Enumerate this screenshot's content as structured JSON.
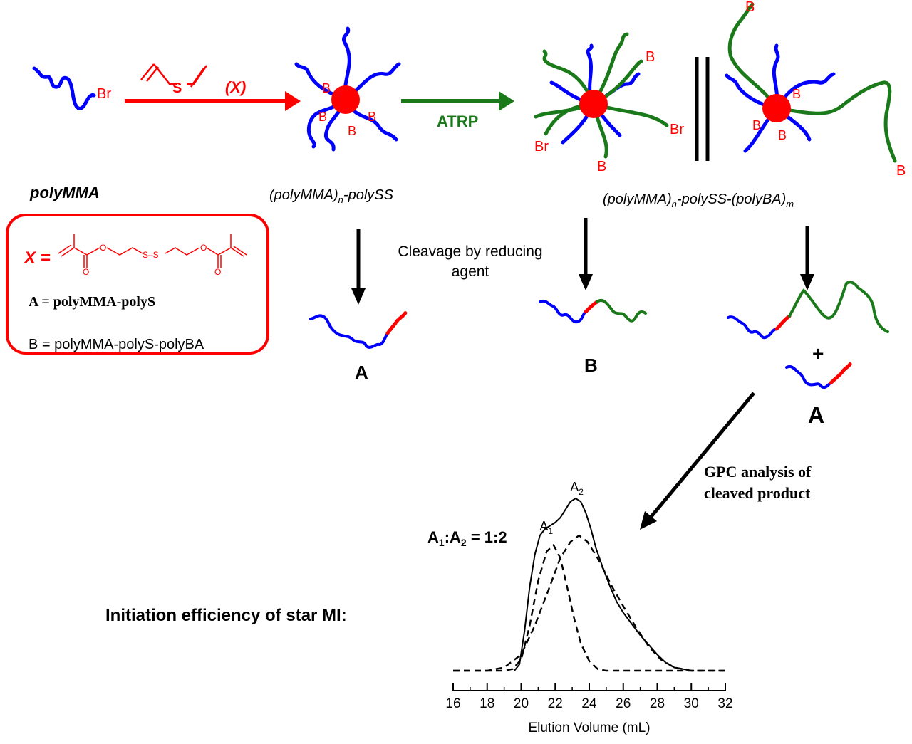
{
  "colors": {
    "red": "#ff0000",
    "blue": "#0000ff",
    "green": "#1a7a1a",
    "black": "#000000"
  },
  "labels": {
    "br": "Br",
    "x": "(X)",
    "s": "S",
    "atrp": "ATRP",
    "b": "B",
    "a": "A",
    "plus": "+",
    "polymma": "polyMMA",
    "star1": "(polyMMA)",
    "star1_sub": "n",
    "star1_tail": "-polySS",
    "star2": "(polyMMA)",
    "star2_sub": "n",
    "star2_mid": "-polySS-(polyBA)",
    "star2_sub2": "m",
    "cleavage_line1": "Cleavage by reducing",
    "cleavage_line2": "agent",
    "gpc_line1": "GPC analysis of",
    "gpc_line2": "cleaved product",
    "initiation": "Initiation efficiency of star MI:"
  },
  "legend_box": {
    "x_label": "X =",
    "a_def": "A = polyMMA-polyS",
    "b_def": "B = polyMMA-polyS-polyBA",
    "ss_label": "S–S",
    "o_label": "O"
  },
  "chart_data": {
    "type": "line",
    "xlabel": "Elution Volume (mL)",
    "x_ticks": [
      "16",
      "18",
      "20",
      "22",
      "24",
      "26",
      "28",
      "30",
      "32"
    ],
    "xlim": [
      16,
      32
    ],
    "ratio_text": {
      "a": "A",
      "sub1": "1",
      "colon": ":A",
      "sub2": "2",
      "eq": " = 1:2"
    },
    "peak_labels": [
      {
        "main": "A",
        "sub": "1",
        "x": 21.5
      },
      {
        "main": "A",
        "sub": "2",
        "x": 23.3
      }
    ],
    "series": [
      {
        "style": "solid",
        "points": [
          [
            19.6,
            0
          ],
          [
            19.9,
            0.04
          ],
          [
            20.2,
            0.25
          ],
          [
            20.5,
            0.52
          ],
          [
            20.8,
            0.72
          ],
          [
            21.1,
            0.84
          ],
          [
            21.4,
            0.88
          ],
          [
            21.7,
            0.9
          ],
          [
            22.0,
            0.92
          ],
          [
            22.3,
            0.95
          ],
          [
            22.6,
            1.0
          ],
          [
            22.9,
            1.05
          ],
          [
            23.2,
            1.07
          ],
          [
            23.5,
            1.05
          ],
          [
            23.8,
            0.98
          ],
          [
            24.1,
            0.88
          ],
          [
            24.4,
            0.76
          ],
          [
            24.8,
            0.64
          ],
          [
            25.2,
            0.53
          ],
          [
            25.6,
            0.43
          ],
          [
            26.0,
            0.36
          ],
          [
            26.5,
            0.29
          ],
          [
            27.0,
            0.22
          ],
          [
            27.5,
            0.16
          ],
          [
            28.0,
            0.1
          ],
          [
            28.5,
            0.05
          ],
          [
            29.0,
            0.02
          ],
          [
            29.5,
            0.01
          ],
          [
            30.0,
            0
          ]
        ]
      },
      {
        "style": "dashed",
        "points": [
          [
            16.0,
            0
          ],
          [
            19.0,
            0
          ],
          [
            19.5,
            0.01
          ],
          [
            20.0,
            0.07
          ],
          [
            20.5,
            0.28
          ],
          [
            21.0,
            0.56
          ],
          [
            21.5,
            0.74
          ],
          [
            21.9,
            0.78
          ],
          [
            22.3,
            0.7
          ],
          [
            22.7,
            0.52
          ],
          [
            23.1,
            0.33
          ],
          [
            23.5,
            0.17
          ],
          [
            24.0,
            0.06
          ],
          [
            24.5,
            0.01
          ],
          [
            25.0,
            0
          ],
          [
            32.0,
            0
          ]
        ]
      },
      {
        "style": "dashed",
        "points": [
          [
            16.0,
            0
          ],
          [
            18.0,
            0
          ],
          [
            19.0,
            0.02
          ],
          [
            20.0,
            0.1
          ],
          [
            20.8,
            0.28
          ],
          [
            21.6,
            0.5
          ],
          [
            22.3,
            0.7
          ],
          [
            22.9,
            0.8
          ],
          [
            23.4,
            0.84
          ],
          [
            23.9,
            0.8
          ],
          [
            24.6,
            0.68
          ],
          [
            25.3,
            0.53
          ],
          [
            26.0,
            0.4
          ],
          [
            26.8,
            0.26
          ],
          [
            27.5,
            0.15
          ],
          [
            28.2,
            0.07
          ],
          [
            29.0,
            0.02
          ],
          [
            30.0,
            0
          ],
          [
            32.0,
            0
          ]
        ]
      }
    ]
  }
}
